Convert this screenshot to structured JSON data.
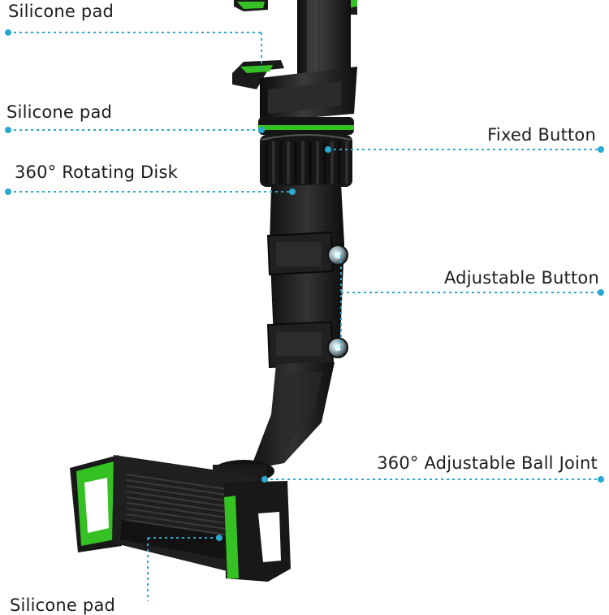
{
  "annotations": [
    {
      "id": "silicone-pad-top",
      "text": "Silicone pad"
    },
    {
      "id": "silicone-pad-mid",
      "text": "Silicone pad"
    },
    {
      "id": "rotating-disk",
      "text": "360° Rotating Disk"
    },
    {
      "id": "fixed-button",
      "text": "Fixed Button"
    },
    {
      "id": "adjustable-button",
      "text": "Adjustable Button"
    },
    {
      "id": "ball-joint",
      "text": "360° Adjustable Ball Joint"
    },
    {
      "id": "silicone-pad-bottom",
      "text": "Silicone pad"
    }
  ],
  "colors": {
    "leader_line": "#2aa8cf",
    "body": "#1a1a1a",
    "accent": "#35c023",
    "label_text": "#1d1d1d"
  }
}
